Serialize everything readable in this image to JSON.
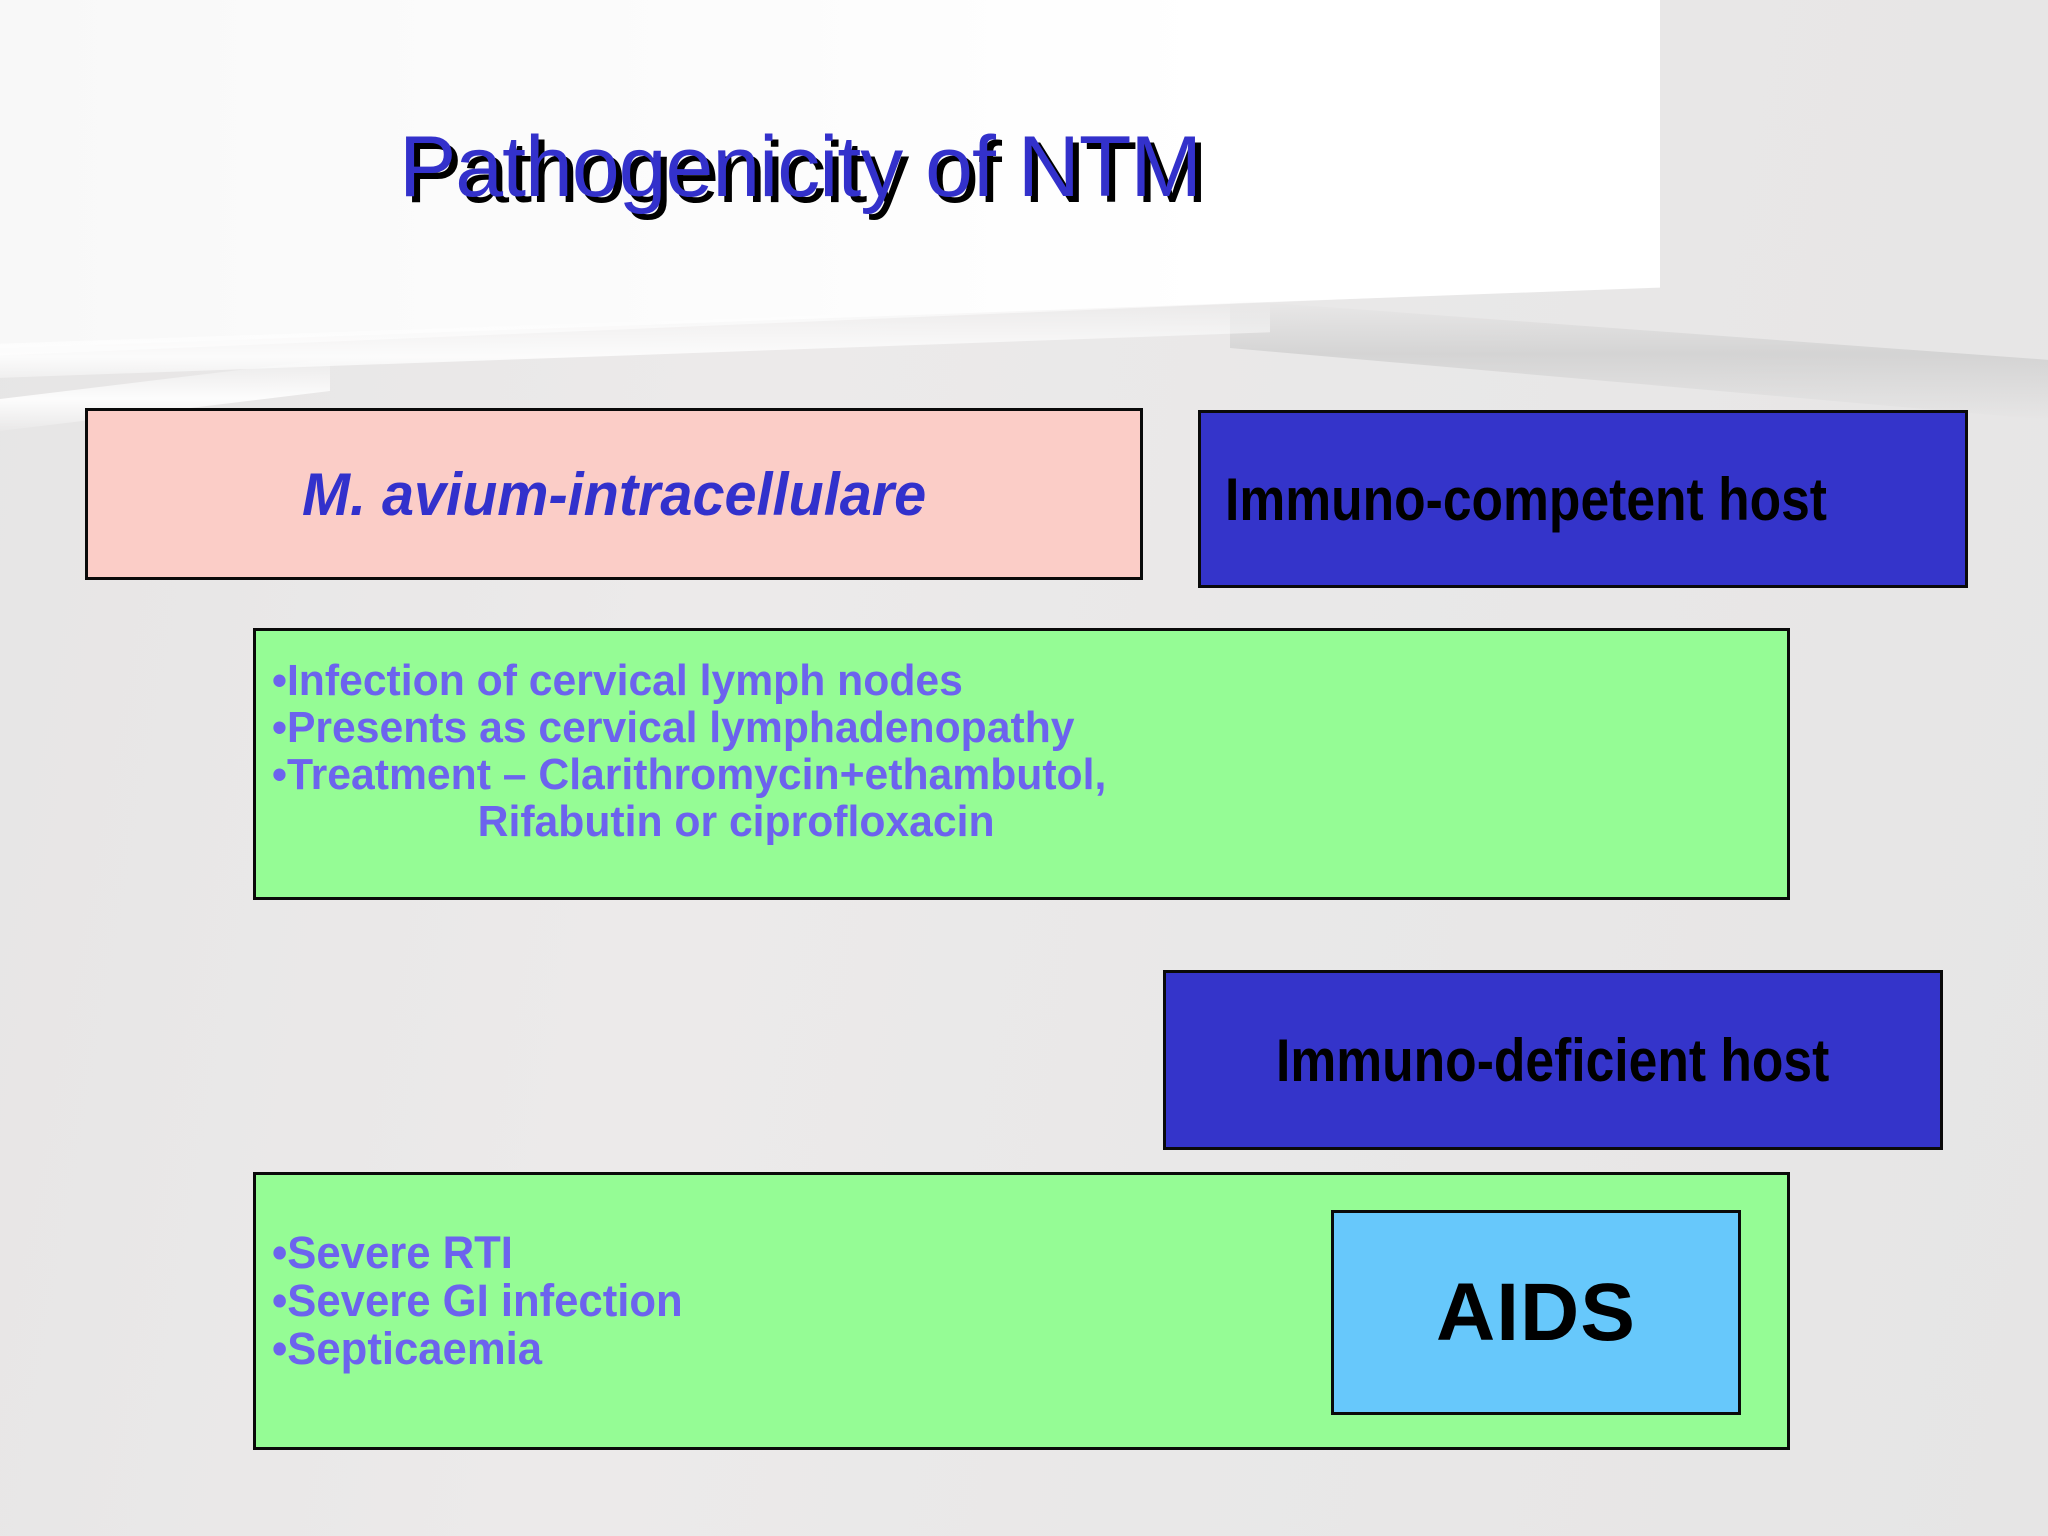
{
  "slide": {
    "title": "Pathogenicity of NTM",
    "background_color": "#e7e6e6",
    "title_color": "#3331cb",
    "title_shadow_color": "#000000"
  },
  "organism_box": {
    "label": "M. avium-intracellulare",
    "fill_color": "#fbcdc7",
    "text_color": "#3231cc"
  },
  "host_boxes": [
    {
      "label": "Immuno-competent host",
      "fill_color": "#3434ca",
      "text_color": "#000000"
    },
    {
      "label": "Immuno-deficient host",
      "fill_color": "#3434ca",
      "text_color": "#000000"
    }
  ],
  "competent_findings": {
    "fill_color": "#95fc95",
    "text_color": "#6c63ee",
    "lines": [
      {
        "text": "•Infection of cervical lymph nodes",
        "indented": false
      },
      {
        "text": "•Presents as cervical lymphadenopathy",
        "indented": false
      },
      {
        "text": "•Treatment – Clarithromycin+ethambutol,",
        "indented": false
      },
      {
        "text": "Rifabutin or ciprofloxacin",
        "indented": true
      }
    ]
  },
  "deficient_findings": {
    "fill_color": "#95fc95",
    "text_color": "#6c63ee",
    "lines": [
      {
        "text": "•Severe RTI",
        "indented": false
      },
      {
        "text": "•Severe GI infection",
        "indented": false
      },
      {
        "text": "•Septicaemia",
        "indented": false
      }
    ]
  },
  "aids_box": {
    "label": "AIDS",
    "fill_color": "#67c8fb",
    "text_color": "#000000"
  }
}
